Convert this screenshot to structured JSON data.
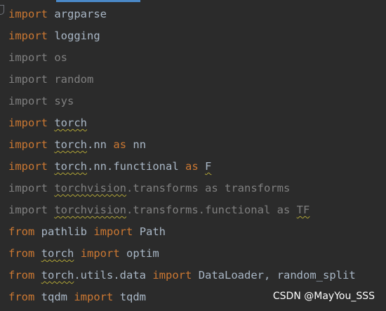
{
  "lines": [
    {
      "l1": [
        {
          "t": "import",
          "c": "kw"
        },
        {
          "t": " argparse",
          "c": "id"
        }
      ]
    },
    {
      "l2": [
        {
          "t": "import",
          "c": "kw"
        },
        {
          "t": " logging",
          "c": "id"
        }
      ]
    },
    {
      "l3": "import os"
    },
    {
      "l4": "import random"
    },
    {
      "l5": "import sys"
    },
    {
      "l6": "import torch"
    },
    {
      "l7": "import torch.nn as nn"
    },
    {
      "l8": "import torch.nn.functional as F"
    },
    {
      "l9": "import torchvision.transforms as transforms"
    },
    {
      "l10": "import torchvision.transforms.functional as TF"
    },
    {
      "l11": "from pathlib import Path"
    },
    {
      "l12": "from torch import optim"
    },
    {
      "l13": "from torch.utils.data import DataLoader, random_split"
    },
    {
      "l14": "from tqdm import tqdm"
    }
  ],
  "code": {
    "kw_import": "import",
    "kw_from": "from",
    "kw_as": "as",
    "argparse": "argparse",
    "logging": "logging",
    "os": "os",
    "random": "random",
    "sys": "sys",
    "torch": "torch",
    "nn_suffix": ".nn",
    "nn": "nn",
    "functional_suffix": ".nn.functional",
    "F": "F",
    "torchvision": "torchvision",
    "transforms_suffix": ".transforms",
    "transforms": "transforms",
    "transforms_functional_suffix": ".transforms.functional",
    "TF": "TF",
    "pathlib": "pathlib",
    "Path": "Path",
    "optim": "optim",
    "utils_data_suffix": ".utils.data",
    "DataLoader": "DataLoader,",
    "random_split": "random_split",
    "tqdm": "tqdm"
  },
  "watermark": "CSDN @MayYou_SSS",
  "colors": {
    "background": "#2b2b2b",
    "keyword": "#cc7832",
    "identifier": "#a9b7c6",
    "unused": "#808080",
    "typo_underline": "#b0a436",
    "tab_indicator": "#4a88c7"
  }
}
